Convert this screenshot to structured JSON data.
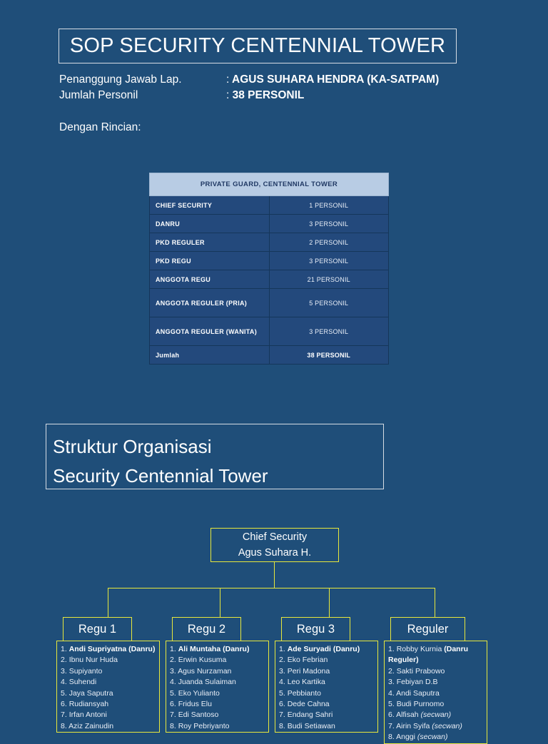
{
  "slide": {
    "title": "SOP SECURITY CENTENNIAL TOWER",
    "background_color": "#1f4e79",
    "accent_color": "#e8e83c",
    "table_header_color": "#b8cce4"
  },
  "meta": {
    "rows": [
      {
        "label": "Penanggung Jawab Lap.",
        "colon": ":",
        "value": "AGUS SUHARA HENDRA (KA-SATPAM)"
      },
      {
        "label": "Jumlah Personil",
        "colon": ":",
        "value": "38 PERSONIL"
      }
    ],
    "note": "Dengan Rincian:"
  },
  "personnel_table": {
    "header": "PRIVATE GUARD, CENTENNIAL TOWER",
    "rows": [
      {
        "category": "CHIEF SECURITY",
        "count": "1 PERSONIL"
      },
      {
        "category": "DANRU",
        "count": "3 PERSONIL"
      },
      {
        "category": "PKD REGULER",
        "count": "2 PERSONIL"
      },
      {
        "category": "PKD REGU",
        "count": "3 PERSONIL"
      },
      {
        "category": "ANGGOTA REGU",
        "count": "21 PERSONIL"
      },
      {
        "category": "ANGGOTA REGULER (PRIA)",
        "count": "5 PERSONIL"
      },
      {
        "category": "ANGGOTA REGULER (WANITA)",
        "count": "3 PERSONIL"
      },
      {
        "category": "Jumlah",
        "count": "38 PERSONIL"
      }
    ]
  },
  "struktur": {
    "line1": "Struktur Organisasi",
    "line2": "Security Centennial Tower"
  },
  "org_chart": {
    "chief": {
      "role": "Chief Security",
      "name": "Agus Suhara H."
    },
    "columns": [
      {
        "title": "Regu 1",
        "members": [
          {
            "name": "Andi Supriyatna",
            "bold_name": true,
            "suffix": "(Danru)",
            "suffix_bold": true
          },
          {
            "name": "Ibnu Nur Huda"
          },
          {
            "name": "Supiyanto"
          },
          {
            "name": "Suhendi"
          },
          {
            "name": "Jaya Saputra"
          },
          {
            "name": "Rudiansyah"
          },
          {
            "name": "Irfan Antoni"
          },
          {
            "name": "Aziz Zainudin"
          }
        ]
      },
      {
        "title": "Regu 2",
        "members": [
          {
            "name": "Ali Muntaha",
            "bold_name": true,
            "suffix": "(Danru)",
            "suffix_bold": true
          },
          {
            "name": "Erwin Kusuma"
          },
          {
            "name": "Agus Nurzaman"
          },
          {
            "name": "Juanda Sulaiman"
          },
          {
            "name": "Eko Yulianto"
          },
          {
            "name": "Fridus Elu"
          },
          {
            "name": "Edi Santoso"
          },
          {
            "name": "Roy Pebriyanto"
          }
        ]
      },
      {
        "title": "Regu 3",
        "members": [
          {
            "name": "Ade Suryadi",
            "bold_name": true,
            "suffix": "(Danru)",
            "suffix_bold": true
          },
          {
            "name": "Eko Febrian"
          },
          {
            "name": "Peri Madona"
          },
          {
            "name": "Leo Kartika"
          },
          {
            "name": "Pebbianto"
          },
          {
            "name": "Dede Cahna"
          },
          {
            "name": "Endang Sahri"
          },
          {
            "name": "Budi Setiawan"
          }
        ]
      },
      {
        "title": "Reguler",
        "members": [
          {
            "name": "Robby Kurnia",
            "suffix": "(Danru Reguler)",
            "suffix_bold": true
          },
          {
            "name": "Sakti Prabowo"
          },
          {
            "name": "Febiyan D.B"
          },
          {
            "name": "Andi Saputra"
          },
          {
            "name": "Budi Purnomo"
          },
          {
            "name": "Alfisah",
            "suffix": "(secwan)",
            "suffix_italic": true
          },
          {
            "name": "Airin Syifa",
            "suffix": "(secwan)",
            "suffix_italic": true
          },
          {
            "name": "Anggi",
            "suffix": "(secwan)",
            "suffix_italic": true
          }
        ]
      }
    ]
  }
}
